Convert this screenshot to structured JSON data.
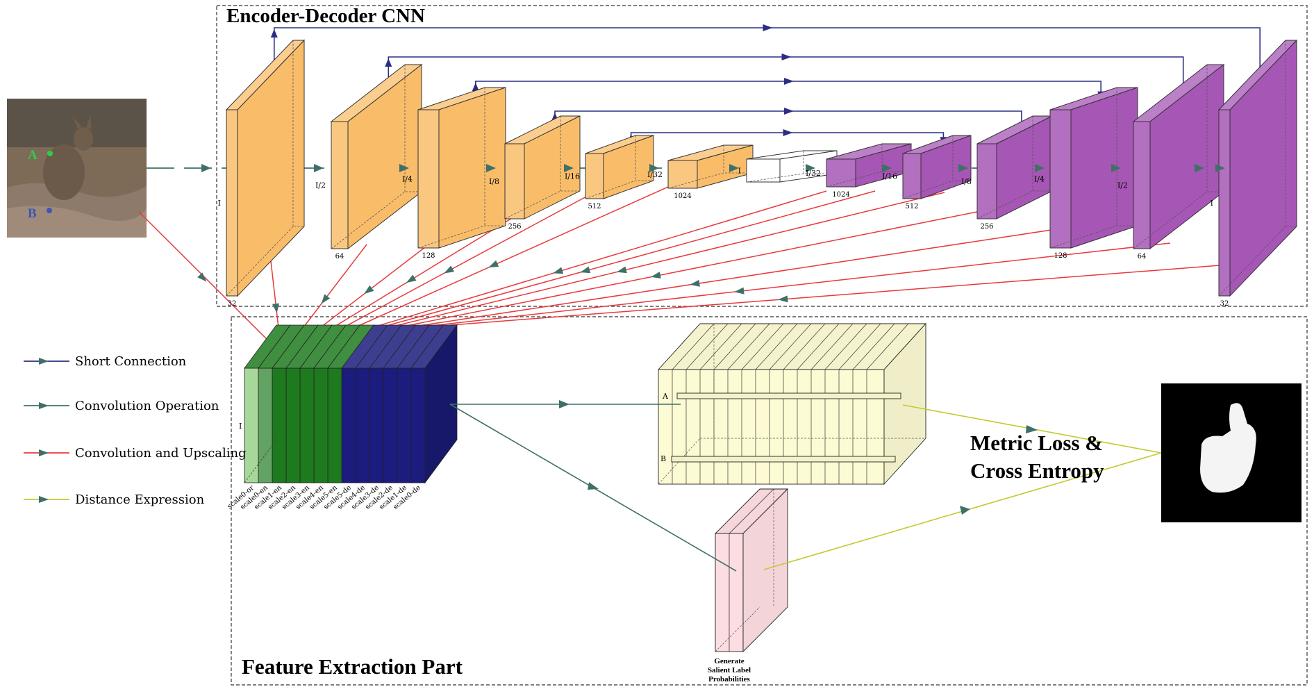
{
  "encoder_title": "Encoder-Decoder CNN",
  "feature_title": "Feature Extraction Part",
  "metric_line1": "Metric Loss &",
  "metric_line2": "Cross Entropy",
  "generate_label": [
    "Generate",
    "Salient Label",
    "Probabilities"
  ],
  "photo_point_a": "A",
  "photo_point_b": "B",
  "fp_label_a": "A",
  "fp_label_b": "B",
  "fp_label_i": "I",
  "legend": [
    {
      "label": "Short Connection",
      "color": "#2b2e83"
    },
    {
      "label": "Convolution Operation",
      "color": "#3f7068"
    },
    {
      "label": "Convolution and Upscaling",
      "color": "#e8393c"
    },
    {
      "label": "Distance Expression",
      "color": "#c4c92e"
    }
  ],
  "colors": {
    "encoder": "#f9bd6a",
    "decoder": "#a656b5",
    "bottleneck": "#ffffff",
    "short": "#2b2e83",
    "conv": "#3f7068",
    "upscale": "#e8393c",
    "distance": "#c4c92e",
    "yellow_block": "#fdfbd3",
    "pink_block": "#fcdde2",
    "green_slice": "#1e7a1e",
    "blue_slice": "#1c1c7e"
  },
  "encoder_blocks": [
    {
      "res": "I",
      "ch": "32"
    },
    {
      "res": "I/2",
      "ch": "64"
    },
    {
      "res": "I/4",
      "ch": "128"
    },
    {
      "res": "I/8",
      "ch": "256"
    },
    {
      "res": "I/16",
      "ch": "512"
    },
    {
      "res": "I/32",
      "ch": "1024"
    },
    {
      "res": "I",
      "ch": ""
    },
    {
      "res": "I/32",
      "ch": "1024"
    },
    {
      "res": "I/16",
      "ch": "512"
    },
    {
      "res": "I/8",
      "ch": "256"
    },
    {
      "res": "I/4",
      "ch": "128"
    },
    {
      "res": "I/2",
      "ch": "64"
    },
    {
      "res": "I",
      "ch": "32"
    }
  ],
  "scale_labels": [
    "scale0-or",
    "scale0-en",
    "scale1-en",
    "scale2-en",
    "scale3-en",
    "scale4-en",
    "scale5-en",
    "scale5-de",
    "scale4-de",
    "scale3-de",
    "scale2-de",
    "scale1-de",
    "scale0-de"
  ]
}
